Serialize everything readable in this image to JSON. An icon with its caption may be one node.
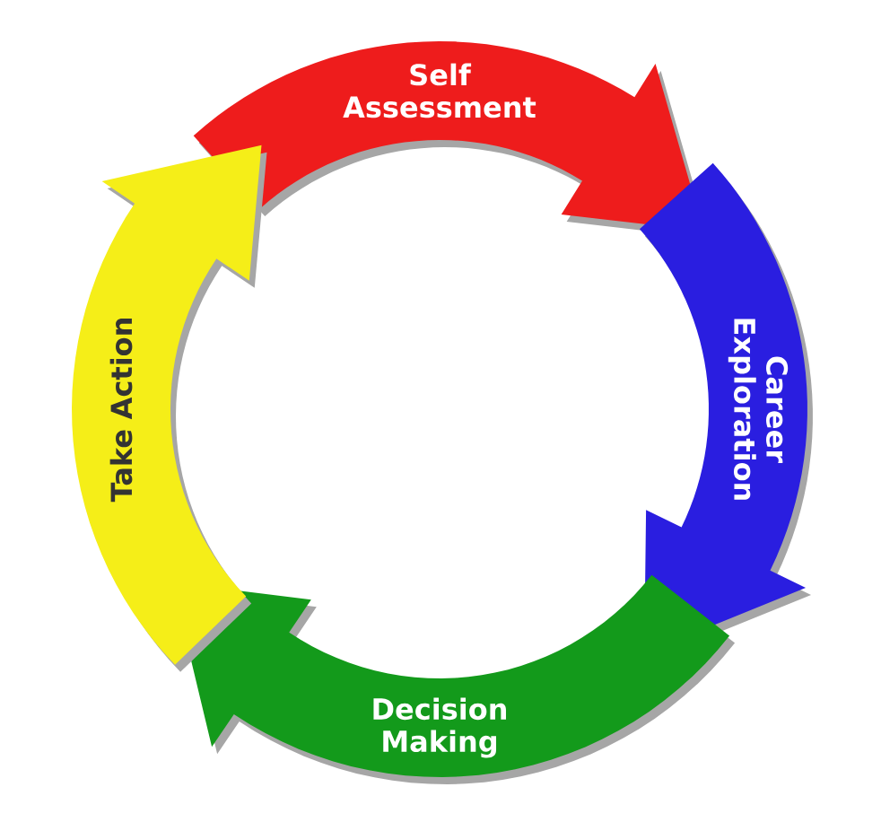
{
  "diagram": {
    "nodes": [
      {
        "text": [
          "Self Assessment"
        ]
      },
      {
        "text": [
          "Career Exploration"
        ]
      },
      {
        "text": [
          "Decision Making"
        ]
      },
      {
        "text": [
          "Take Action"
        ]
      }
    ]
  }
}
